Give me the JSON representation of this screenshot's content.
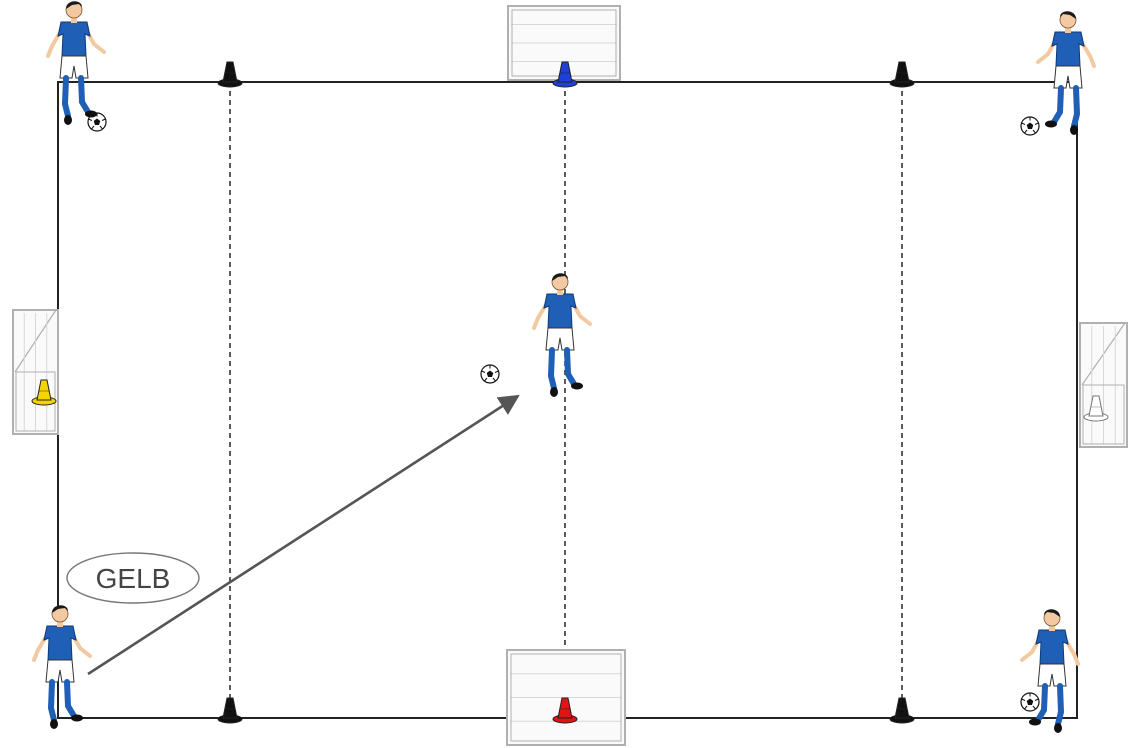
{
  "colors": {
    "field_line": "#222222",
    "zone_line": "#333333",
    "arrow": "#555555",
    "jersey": "#1f5fb5",
    "shorts": "#ffffff",
    "socks": "#1f5fb5",
    "skin": "#f2c9a0",
    "hair": "#1a1a1a",
    "goal_frame": "#b0b0b0",
    "goal_net": "#d8d8d8",
    "cone_black": "#111111",
    "cone_blue": "#1e40d8",
    "cone_red": "#e01414",
    "cone_yellow": "#f5d400",
    "cone_white": "#ffffff"
  },
  "callout": {
    "text": "GELB"
  },
  "cones": [
    {
      "name": "cone-black-top-left",
      "color": "cone_black"
    },
    {
      "name": "cone-blue-top-center",
      "color": "cone_blue"
    },
    {
      "name": "cone-black-top-right",
      "color": "cone_black"
    },
    {
      "name": "cone-black-bottom-left",
      "color": "cone_black"
    },
    {
      "name": "cone-red-bottom-center",
      "color": "cone_red"
    },
    {
      "name": "cone-black-bottom-right",
      "color": "cone_black"
    },
    {
      "name": "cone-yellow-left-goal",
      "color": "cone_yellow"
    },
    {
      "name": "cone-white-right-goal",
      "color": "cone_white"
    }
  ],
  "players": [
    {
      "name": "player-top-left",
      "icon": "soccer-player-icon"
    },
    {
      "name": "player-top-right",
      "icon": "soccer-player-icon"
    },
    {
      "name": "player-center",
      "icon": "soccer-player-icon"
    },
    {
      "name": "player-bottom-left",
      "icon": "soccer-player-icon"
    },
    {
      "name": "player-bottom-right",
      "icon": "soccer-player-icon"
    }
  ],
  "balls": [
    {
      "name": "ball-top-left",
      "icon": "soccer-ball-icon"
    },
    {
      "name": "ball-top-right",
      "icon": "soccer-ball-icon"
    },
    {
      "name": "ball-center",
      "icon": "soccer-ball-icon"
    },
    {
      "name": "ball-bottom-right",
      "icon": "soccer-ball-icon"
    }
  ],
  "goals": [
    {
      "name": "goal-top"
    },
    {
      "name": "goal-bottom"
    },
    {
      "name": "goal-left"
    },
    {
      "name": "goal-right"
    }
  ]
}
